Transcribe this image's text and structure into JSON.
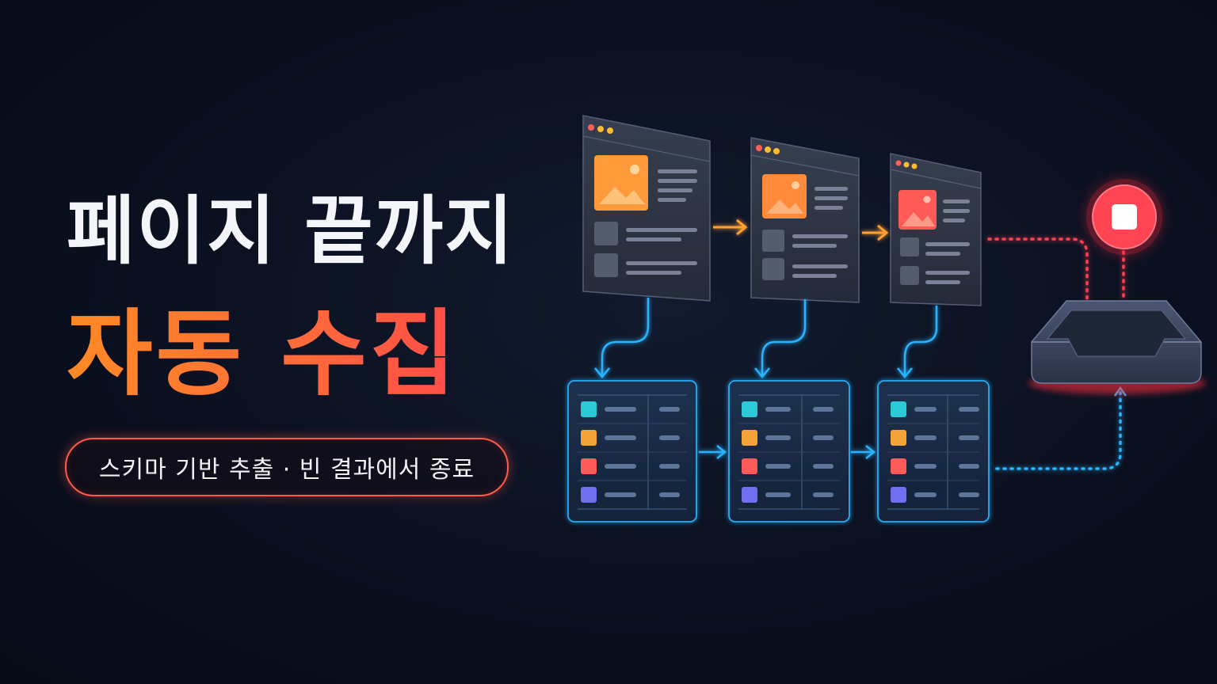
{
  "headline": {
    "line1": "페이지 끝까지",
    "line2": "자동 수집"
  },
  "subtitle": "스키마 기반 추출 · 빈 결과에서 종료",
  "colors": {
    "background": "#0b1020",
    "accent_orange": "#ff8a24",
    "accent_red": "#ff3b50",
    "flow_blue": "#2ab4ff",
    "stop_red": "#ff4050"
  },
  "icons": {
    "pages": "browser-page-icon",
    "tables": "data-table-icon",
    "tray": "collection-tray-icon",
    "stop": "stop-button-icon"
  },
  "diagram": {
    "page_count": 3,
    "table_count": 3,
    "table_row_colors": [
      "#2cc9d6",
      "#f5a43a",
      "#ff5a5a",
      "#6f6ff0"
    ],
    "page_image_colors": [
      "#ff9a3a",
      "#ff8a3a",
      "#ff5a55"
    ]
  }
}
